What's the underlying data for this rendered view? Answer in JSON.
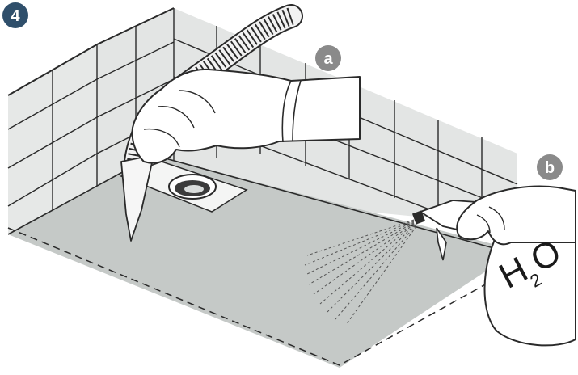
{
  "step": {
    "number": "4"
  },
  "labels": {
    "a": "a",
    "b": "b"
  },
  "bottle": {
    "h": "H",
    "sub": "2",
    "o": "O"
  },
  "colors": {
    "step_badge": "#2f4f6b",
    "label_badge": "#8a8a8a",
    "floor": "#c4c8c6",
    "wall": "#e2e4e3",
    "line": "#2a2a2a"
  }
}
